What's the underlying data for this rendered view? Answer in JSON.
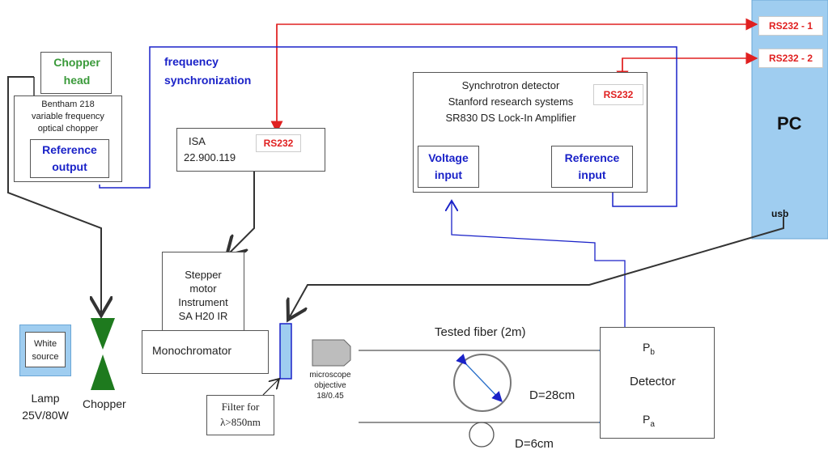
{
  "chopper_head": {
    "line1": "Chopper",
    "line2": "head"
  },
  "bentham": {
    "line1": "Bentham 218",
    "line2": "variable frequency",
    "line3": "optical chopper"
  },
  "bentham_ref": {
    "line1": "Reference",
    "line2": "output"
  },
  "freq_sync": {
    "line1": "frequency",
    "line2": "synchronization"
  },
  "isa": {
    "line1": "ISA",
    "line2": "22.900.119",
    "rs232": "RS232"
  },
  "lockin": {
    "line1": "Synchrotron detector",
    "line2": "Stanford research systems",
    "line3": "SR830 DS Lock-In Amplifier",
    "rs232": "RS232",
    "voltage1": "Voltage",
    "voltage2": "input",
    "ref1": "Reference",
    "ref2": "input"
  },
  "pc": {
    "label": "PC",
    "rs1": "RS232 - 1",
    "rs2": "RS232 - 2",
    "usb": "usb"
  },
  "stepper": {
    "line1": "Stepper",
    "line2": "motor",
    "line3": "Instrument",
    "line4": "SA H20 IR"
  },
  "monochromator": "Monochromator",
  "white_source": {
    "line1": "White",
    "line2": "source"
  },
  "lamp": {
    "line1": "Lamp",
    "line2": "25V/80W"
  },
  "chopper": "Chopper",
  "filter": {
    "line1": "Filter for",
    "line2": "λ>850nm"
  },
  "objective": {
    "line1": "microscope",
    "line2": "objective",
    "line3": "18/0.45"
  },
  "fiber": "Tested fiber (2m)",
  "d28": "D=28cm",
  "d6": "D=6cm",
  "detector": {
    "label": "Detector",
    "pb": "P",
    "pb_sub": "b",
    "pa": "P",
    "pa_sub": "a"
  },
  "colors": {
    "blue": "#1a22c8",
    "red": "#e02020",
    "green": "#3a9a3a",
    "pc_fill": "#9fcdf0",
    "chopper_fill": "#1e7a1e"
  }
}
